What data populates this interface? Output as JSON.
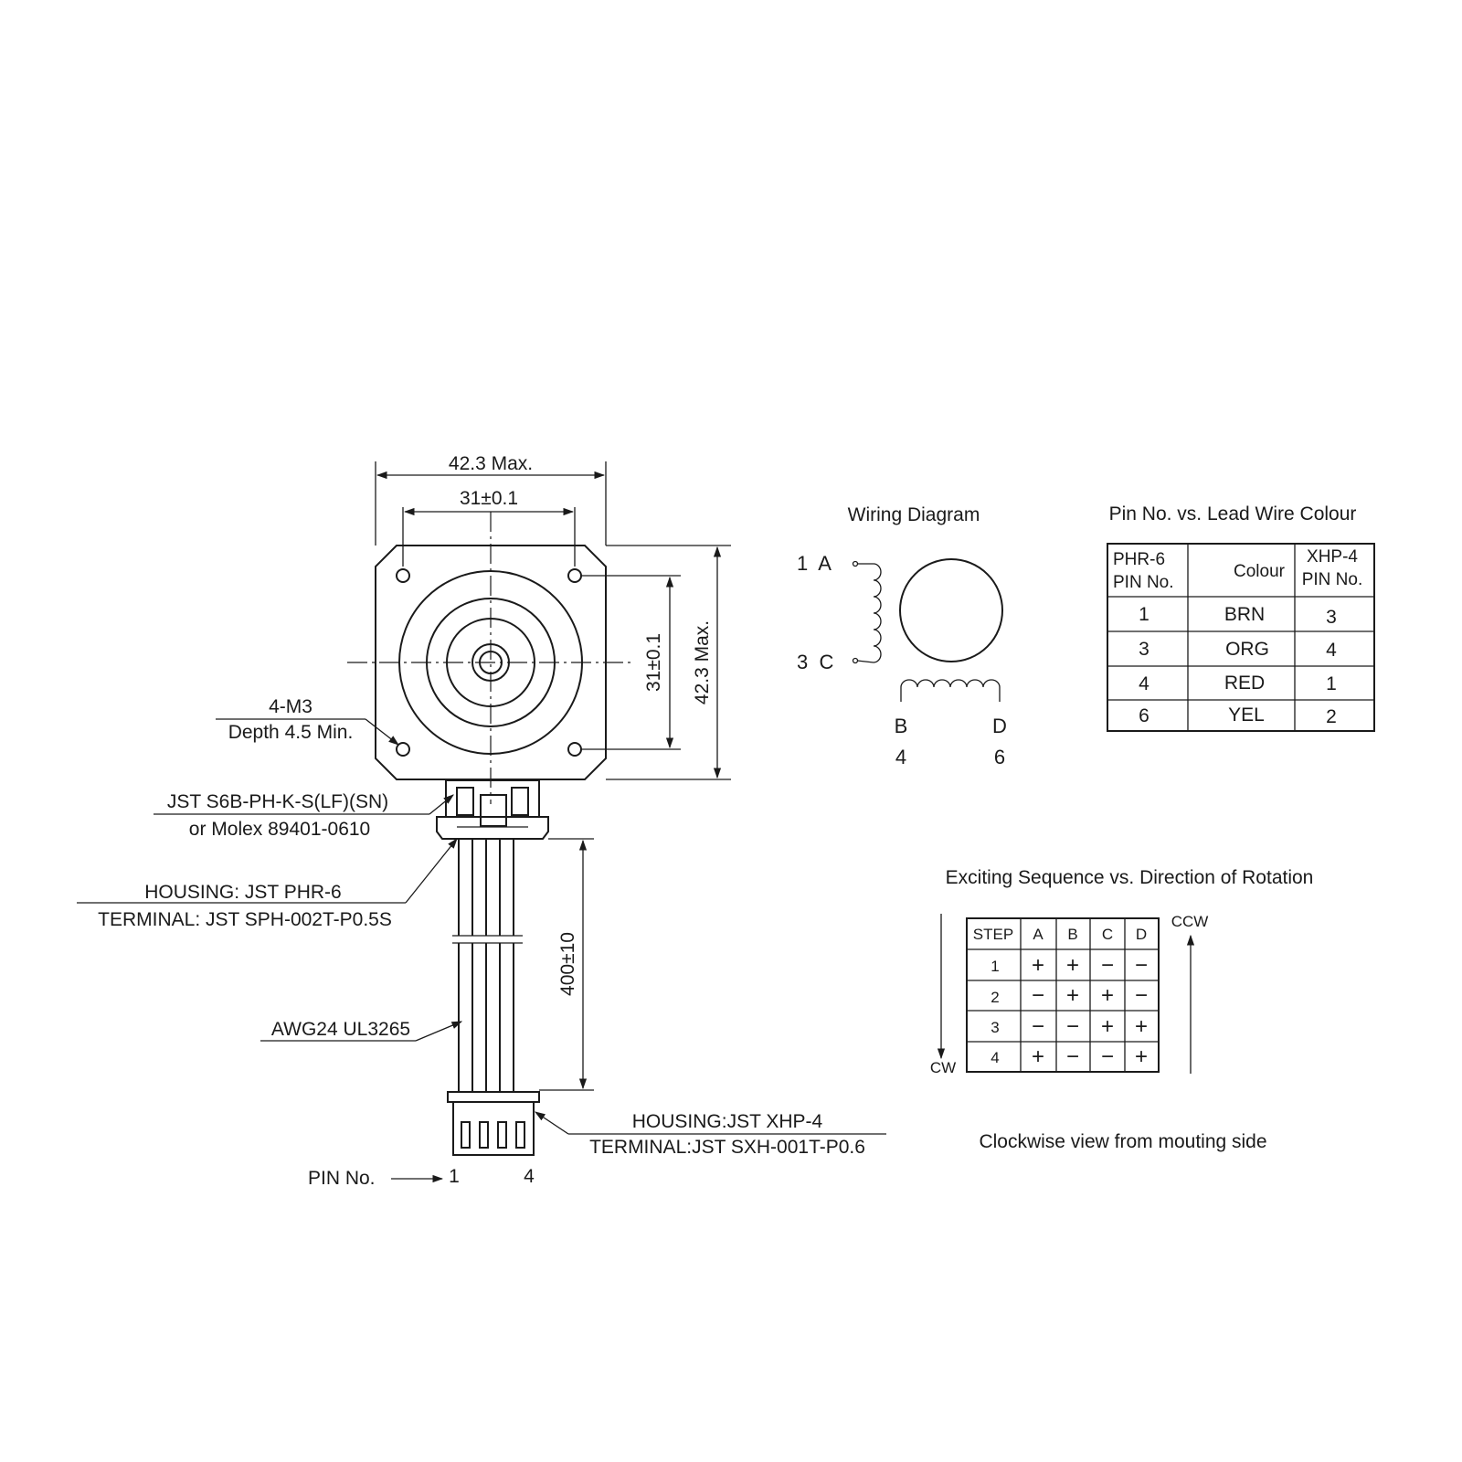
{
  "motor": {
    "dim_width_max": "42.3 Max.",
    "dim_hole_spacing_x": "31±0.1",
    "dim_hole_spacing_y": "31±0.1",
    "dim_height_max": "42.3 Max.",
    "hole_callout_line1": "4-M3",
    "hole_callout_line2": "Depth 4.5 Min.",
    "connector_line1": "JST S6B-PH-K-S(LF)(SN)",
    "connector_line2": "or Molex 89401-0610",
    "housing_a_line1": "HOUSING: JST PHR-6",
    "housing_a_line2": "TERMINAL: JST SPH-002T-P0.5S",
    "wire_spec": "AWG24 UL3265",
    "lead_length": "400±10",
    "housing_b_line1": "HOUSING:JST XHP-4",
    "housing_b_line2": "TERMINAL:JST SXH-001T-P0.6",
    "pin_label": "PIN No.",
    "pin_first": "1",
    "pin_last": "4"
  },
  "wiring": {
    "title": "Wiring Diagram",
    "top_left": "1  A",
    "bottom_left": "3  C",
    "b_letter": "B",
    "d_letter": "D",
    "b_number": "4",
    "d_number": "6"
  },
  "pin_table": {
    "title": "Pin No. vs. Lead Wire Colour",
    "header_col1_line1": "PHR-6",
    "header_col1_line2": "PIN No.",
    "header_col2": "Colour",
    "header_col3_line1": "XHP-4",
    "header_col3_line2": "PIN No.",
    "rows": [
      {
        "phr6": "1",
        "colour": "BRN",
        "xhp4": "3"
      },
      {
        "phr6": "3",
        "colour": "ORG",
        "xhp4": "4"
      },
      {
        "phr6": "4",
        "colour": "RED",
        "xhp4": "1"
      },
      {
        "phr6": "6",
        "colour": "YEL",
        "xhp4": "2"
      }
    ]
  },
  "sequence": {
    "title": "Exciting Sequence vs. Direction of Rotation",
    "headers": [
      "STEP",
      "A",
      "B",
      "C",
      "D"
    ],
    "rows": [
      [
        "1",
        "+",
        "+",
        "−",
        "−"
      ],
      [
        "2",
        "−",
        "+",
        "+",
        "−"
      ],
      [
        "3",
        "−",
        "−",
        "+",
        "+"
      ],
      [
        "4",
        "+",
        "−",
        "−",
        "+"
      ]
    ],
    "ccw_label": "CCW",
    "cw_label": "CW",
    "footnote": "Clockwise view from mouting side"
  }
}
